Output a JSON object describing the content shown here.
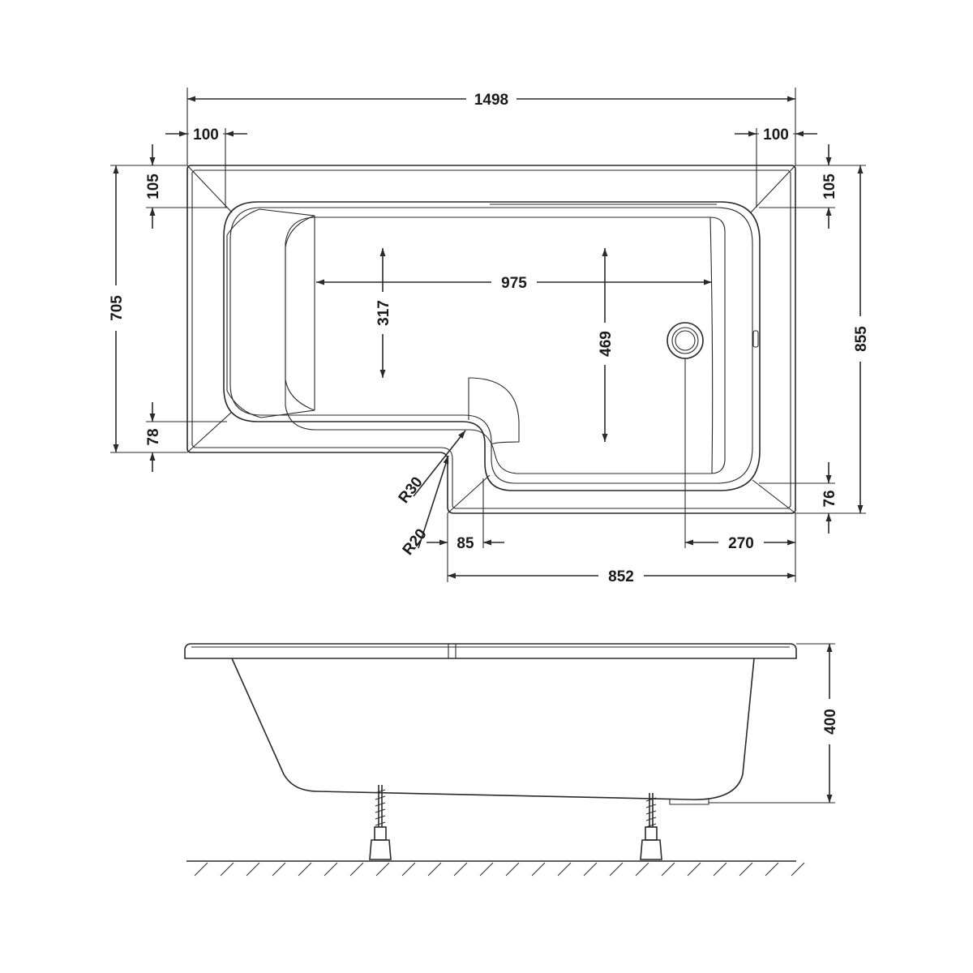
{
  "plan": {
    "overall_length": "1498",
    "left_rim": "100",
    "right_rim": "100",
    "top_rim_left": "105",
    "top_rim_right": "105",
    "inner_length": "975",
    "narrow_depth": "317",
    "wide_depth": "469",
    "narrow_width": "705",
    "wide_width": "855",
    "bottom_rim_left": "78",
    "bottom_rim_right": "76",
    "radius_outer": "R30",
    "radius_inner": "R20",
    "step_offset": "85",
    "waste_offset": "270",
    "wide_section_length": "852"
  },
  "elevation": {
    "height": "400"
  }
}
